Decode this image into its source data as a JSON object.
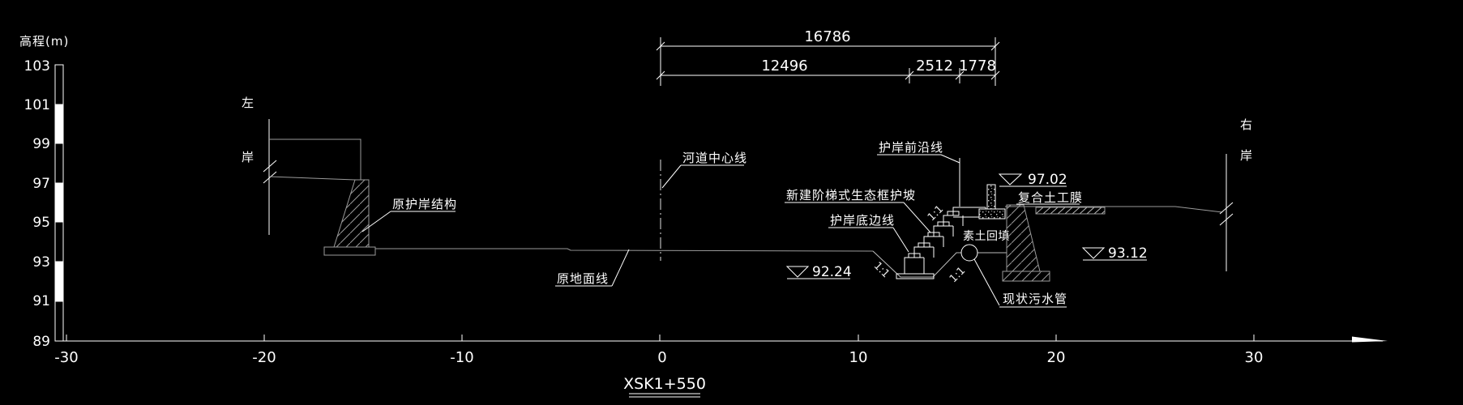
{
  "y_axis": {
    "title": "高程(m)",
    "ticks": [
      "103",
      "101",
      "99",
      "97",
      "95",
      "93",
      "91",
      "89"
    ]
  },
  "x_axis": {
    "ticks": [
      "-30",
      "-20",
      "-10",
      "0",
      "10",
      "20",
      "30"
    ]
  },
  "station_label": "XSK1+550",
  "dimensions": {
    "total": "16786",
    "seg1": "12496",
    "seg2": "2512",
    "seg3": "1778"
  },
  "banks": {
    "left_top": "左",
    "left_bottom": "岸",
    "right_top": "右",
    "right_bottom": "岸"
  },
  "annotations": {
    "old_revetment": "原护岸结构",
    "channel_centerline": "河道中心线",
    "original_ground_line": "原地面线",
    "revetment_front_line": "护岸前沿线",
    "new_eco_step_slope": "新建阶梯式生态框护坡",
    "revetment_bottom_line": "护岸底边线",
    "plain_soil_backfill": "素土回填",
    "composite_geomembrane": "复合土工膜",
    "existing_sewer_pipe": "现状污水管",
    "slope_ratio": "1:1"
  },
  "elevations": {
    "crest": "97.02",
    "ground_right": "93.12",
    "pit_bottom": "92.24"
  },
  "colors": {
    "background": "#000000",
    "line_primary": "#ffffff",
    "line_secondary": "#9a9a9a"
  }
}
